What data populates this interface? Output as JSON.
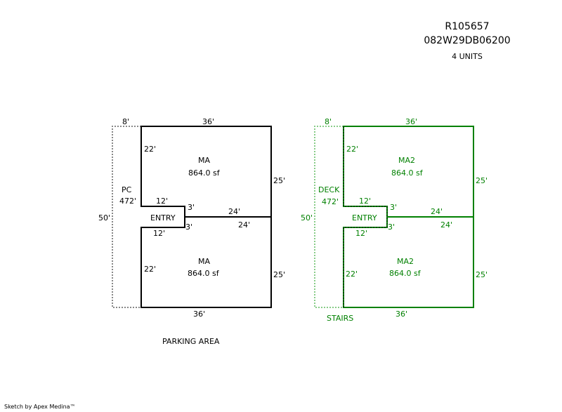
{
  "header": {
    "parcel_id": "R105657",
    "map_number": "082W29DB06200",
    "units": "4 UNITS"
  },
  "colors": {
    "sketch1": "#000000",
    "sketch1_dashed": "#888888",
    "sketch2": "#008000",
    "sketch2_dashed": "#88cc88"
  },
  "sketch1": {
    "top_area": {
      "label": "MA",
      "area": "864.0 sf"
    },
    "bottom_area": {
      "label": "MA",
      "area": "864.0 sf"
    },
    "side_area": {
      "label": "PC",
      "area": "472'"
    },
    "entry_label": "ENTRY",
    "dims": {
      "side_top": "8'",
      "top": "36'",
      "left_upper": "22'",
      "right_upper": "25'",
      "entry_top": "12'",
      "entry_notch_upper": "3'",
      "mid_upper": "24'",
      "outer_left": "50'",
      "entry_notch_lower": "3'",
      "mid_lower": "24'",
      "entry_bottom": "12'",
      "left_lower": "22'",
      "right_lower": "25'",
      "bottom": "36'"
    },
    "note": "PARKING AREA"
  },
  "sketch2": {
    "top_area": {
      "label": "MA2",
      "area": "864.0 sf"
    },
    "bottom_area": {
      "label": "MA2",
      "area": "864.0 sf"
    },
    "side_area": {
      "label": "DECK",
      "area": "472'"
    },
    "entry_label": "ENTRY",
    "dims": {
      "side_top": "8'",
      "top": "36'",
      "left_upper": "22'",
      "right_upper": "25'",
      "entry_top": "12'",
      "entry_notch_upper": "3'",
      "mid_upper": "24'",
      "outer_left": "50'",
      "entry_notch_lower": "3'",
      "mid_lower": "24'",
      "entry_bottom": "12'",
      "left_lower": "22'",
      "right_lower": "25'",
      "bottom": "36'"
    },
    "note": "STAIRS"
  },
  "footer": "Sketch by Apex Medina™"
}
